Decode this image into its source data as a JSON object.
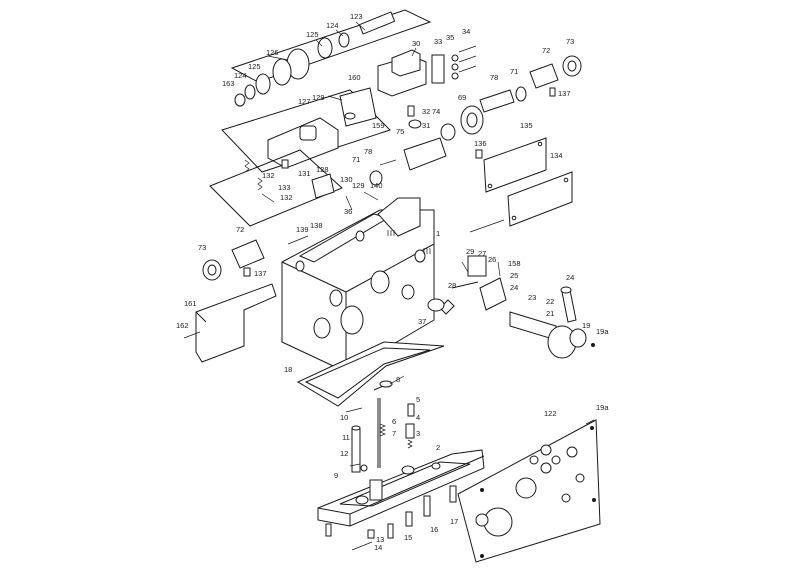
{
  "labels": {
    "p123": "123",
    "p124a": "124",
    "p125a": "125",
    "p126": "126",
    "p163": "163",
    "p124b": "124",
    "p125b": "125",
    "p30": "30",
    "p33": "33",
    "p35": "35",
    "p34": "34",
    "p72a": "72",
    "p73a": "73",
    "p78a": "78",
    "p71a": "71",
    "p137a": "137",
    "p160": "160",
    "p129a": "129",
    "p127": "127",
    "p159": "159",
    "p69": "69",
    "p32": "32",
    "p74": "74",
    "p31": "31",
    "p75": "75",
    "p135": "135",
    "p132a": "132",
    "p131": "131",
    "p133": "133",
    "p132b": "132",
    "p128": "128",
    "p130": "130",
    "p78b": "78",
    "p71b": "71",
    "p129b": "129",
    "p140": "140",
    "p36": "36",
    "p136": "136",
    "p134": "134",
    "p139": "139",
    "p138": "138",
    "p1": "1",
    "p72b": "72",
    "p73b": "73",
    "p137b": "137",
    "p29": "29",
    "p27": "27",
    "p26": "26",
    "p158": "158",
    "p25": "25",
    "p28": "28",
    "p24a": "24",
    "p24b": "24",
    "p23": "23",
    "p22": "22",
    "p21": "21",
    "p19": "19",
    "p19a": "19a",
    "p161": "161",
    "p162": "162",
    "p37": "37",
    "p18": "18",
    "p8": "8",
    "p5": "5",
    "p10": "10",
    "p6": "6",
    "p4": "4",
    "p7": "7",
    "p3": "3",
    "p11": "11",
    "p9": "9",
    "p12": "12",
    "p2": "2",
    "p122": "122",
    "p19a2": "19a",
    "p13": "13",
    "p14": "14",
    "p15": "15",
    "p16": "16",
    "p17": "17"
  }
}
